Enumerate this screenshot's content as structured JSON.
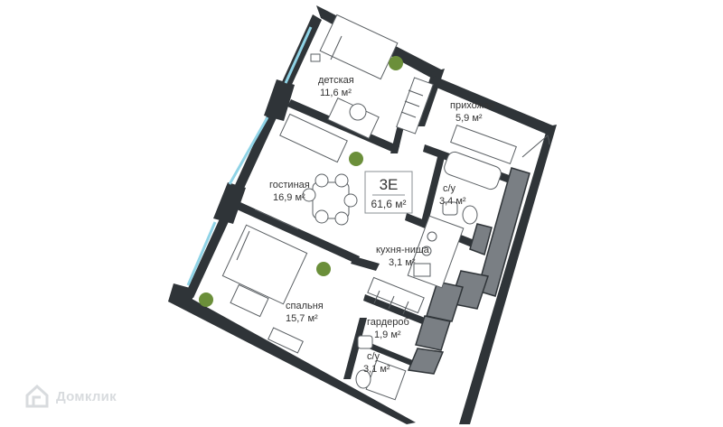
{
  "apartment": {
    "type": "3Е",
    "area": "61,6 м²"
  },
  "rooms": [
    {
      "id": "detskaya",
      "name": "детская",
      "area": "11,6 м²"
    },
    {
      "id": "prikhozhaya",
      "name": "прихожая",
      "area": "5,9 м²"
    },
    {
      "id": "gostinaya",
      "name": "гостиная",
      "area": "16,9 м²"
    },
    {
      "id": "su-1",
      "name": "с/у",
      "area": "3,4 м²"
    },
    {
      "id": "kukhnya",
      "name": "кухня-ниша",
      "area": "3,1 м²"
    },
    {
      "id": "spalnya",
      "name": "спальня",
      "area": "15,7 м²"
    },
    {
      "id": "garderob",
      "name": "гардероб",
      "area": "1,9 м²"
    },
    {
      "id": "su-2",
      "name": "с/у",
      "area": "3,1 м²"
    }
  ],
  "logo": {
    "text": "Домклик"
  },
  "colors": {
    "wall": "#2f3438",
    "window": "#8fd3e6",
    "shaft": "#7a7f84",
    "plant": "#6b8f3a"
  },
  "icons": [
    "domclick-logo-icon",
    "plant-icon",
    "bed-icon",
    "sofa-icon",
    "dining-table-icon",
    "bathtub-icon",
    "toilet-icon",
    "sink-icon",
    "desk-icon",
    "kitchen-stove-icon"
  ]
}
